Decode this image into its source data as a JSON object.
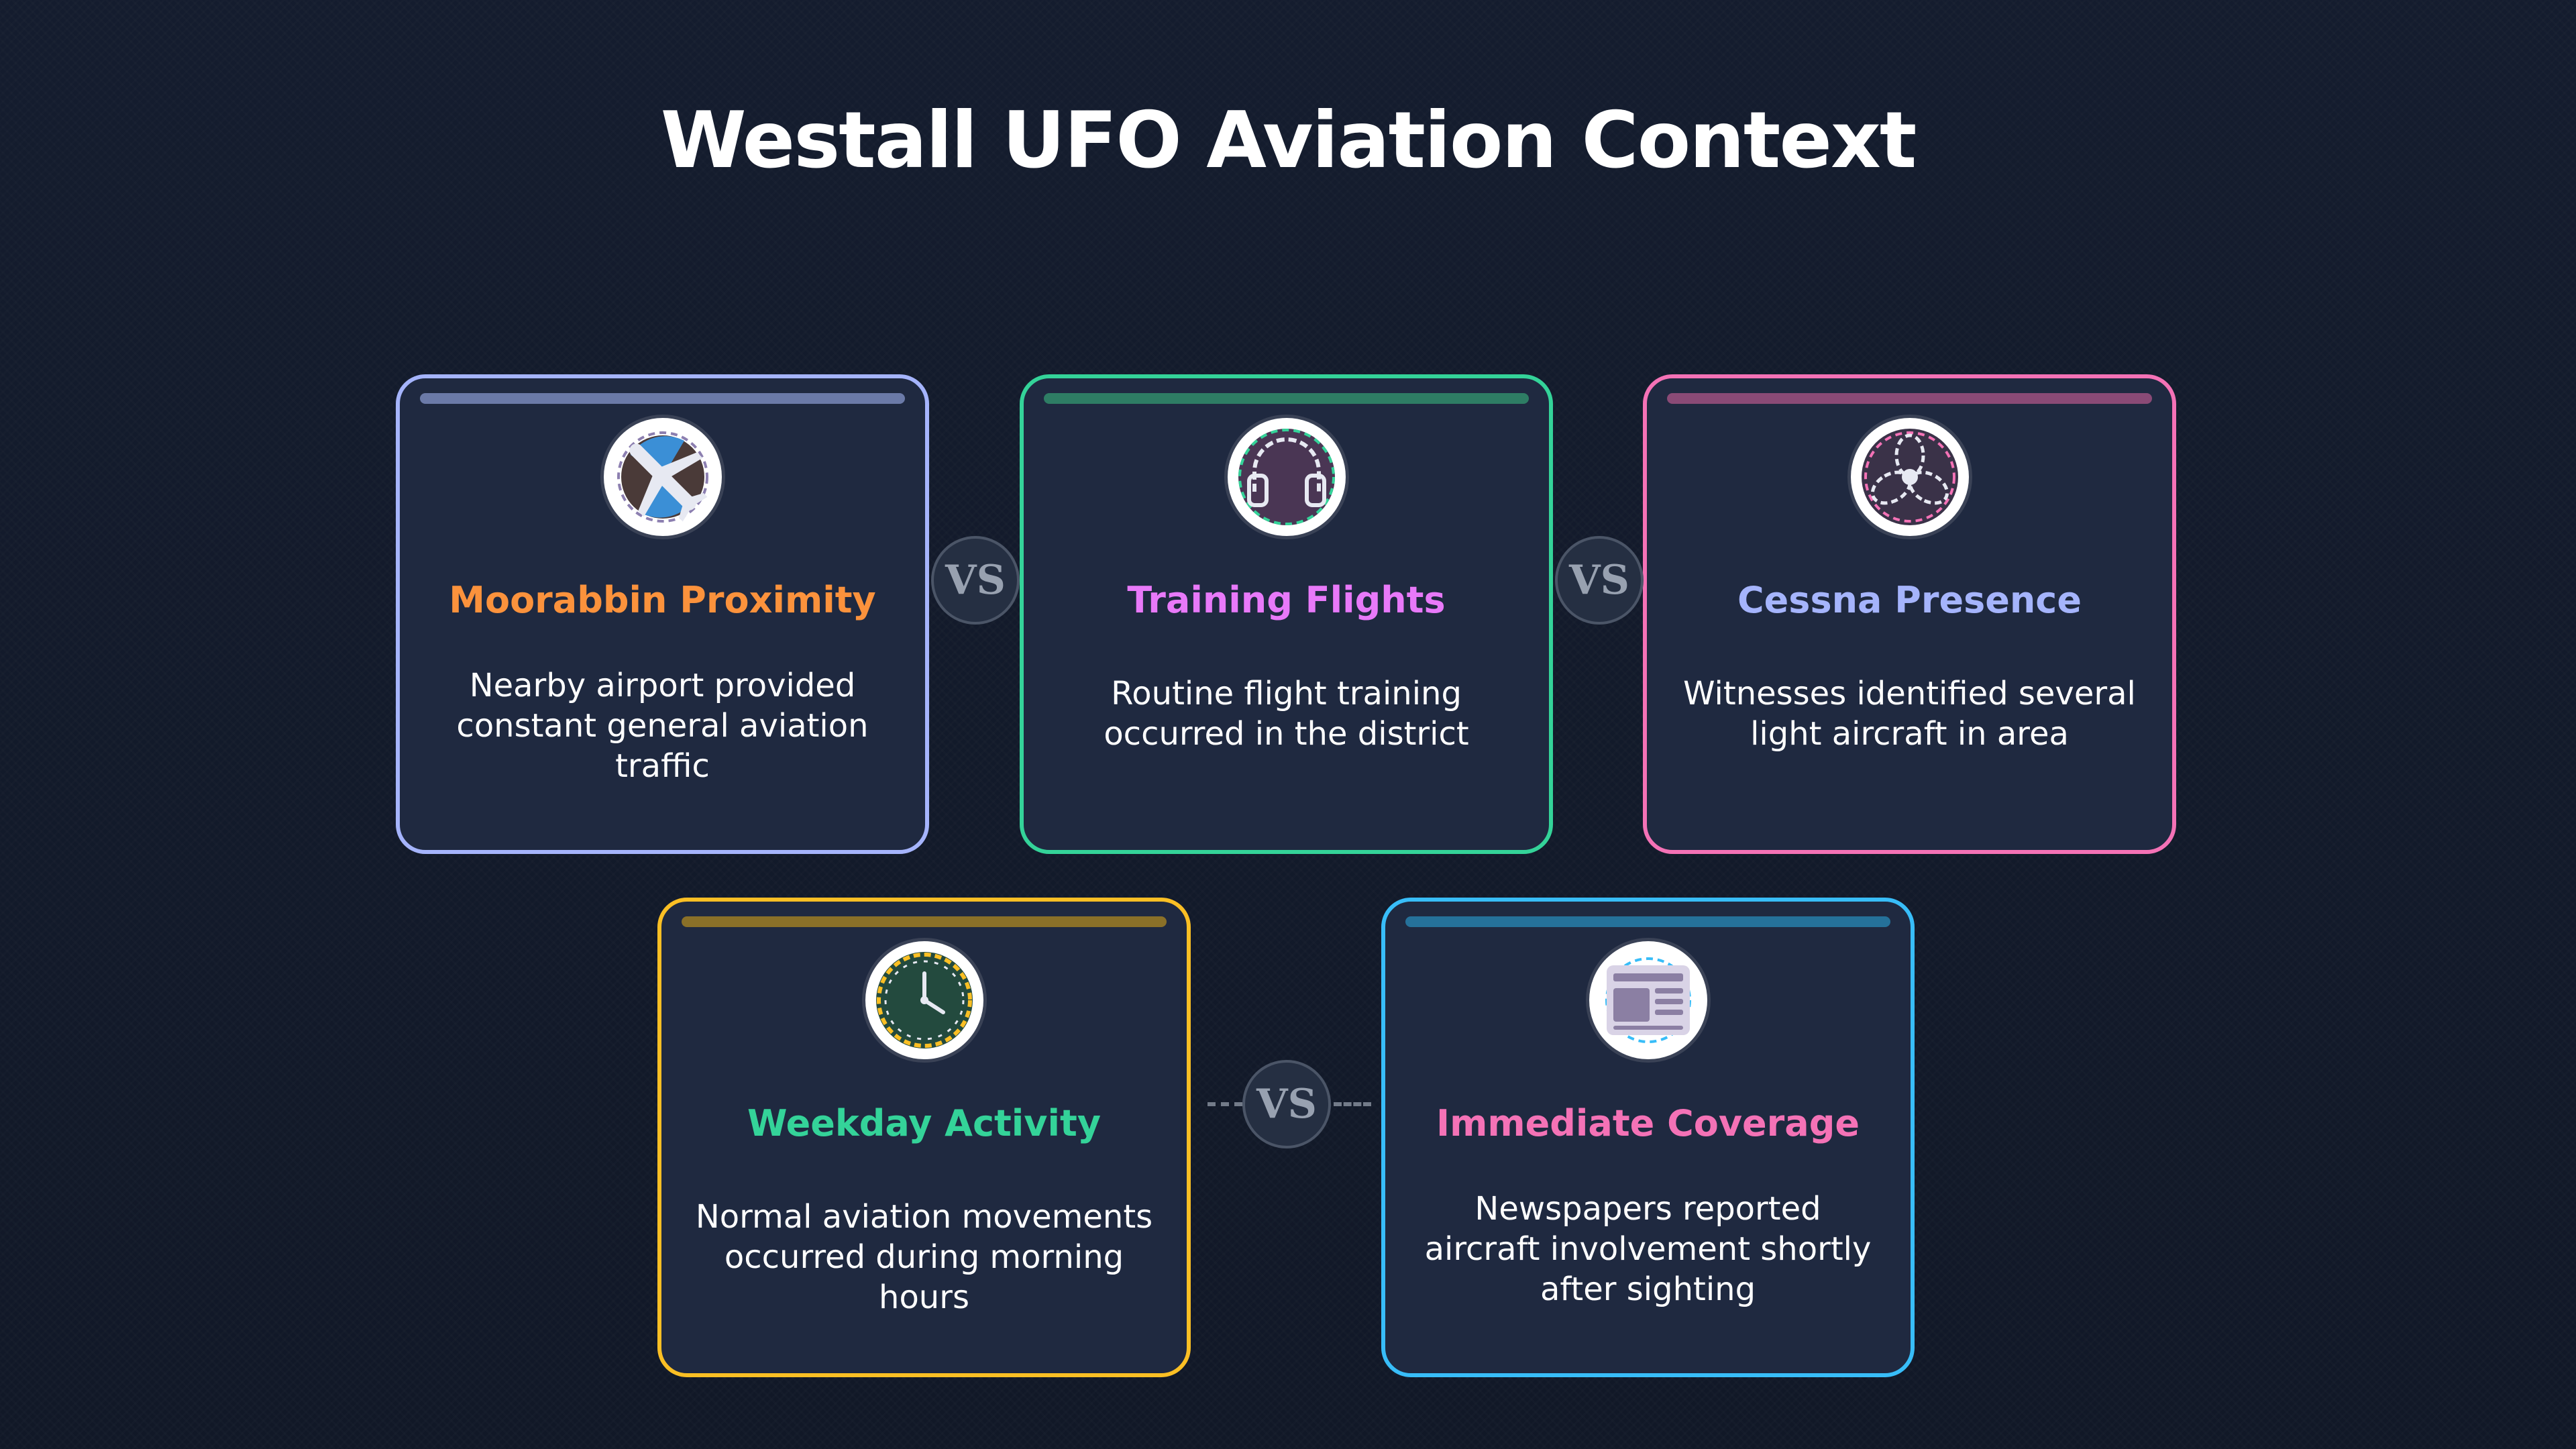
{
  "title": "Westall UFO Aviation Context",
  "colors": {
    "background": "#121a2b",
    "card_fill": "#1f2940",
    "vs_text": "#98a1b0"
  },
  "cards": [
    {
      "heading": "Moorabbin Proximity",
      "description": "Nearby airport provided constant general aviation traffic",
      "icon": "airplane-icon",
      "border_color": "#a5b4fc",
      "bar_color": "#6b7aa8",
      "heading_color": "#fb923c"
    },
    {
      "heading": "Training Flights",
      "description": "Routine flight training occurred in the district",
      "icon": "headset-icon",
      "border_color": "#34d399",
      "bar_color": "#2e7d64",
      "heading_color": "#e879f9"
    },
    {
      "heading": "Cessna Presence",
      "description": "Witnesses identified several light aircraft in area",
      "icon": "propeller-icon",
      "border_color": "#f472b6",
      "bar_color": "#8a4a76",
      "heading_color": "#a5b4fc"
    },
    {
      "heading": "Weekday Activity",
      "description": "Normal aviation movements occurred during morning hours",
      "icon": "clock-icon",
      "border_color": "#fbbf24",
      "bar_color": "#8a7028",
      "heading_color": "#34d399"
    },
    {
      "heading": "Immediate Coverage",
      "description": "Newspapers reported aircraft involvement shortly after sighting",
      "icon": "newspaper-icon",
      "border_color": "#38bdf8",
      "bar_color": "#25719a",
      "heading_color": "#f472b6"
    }
  ],
  "connectors": [
    {
      "label": "VS"
    },
    {
      "label": "VS"
    },
    {
      "label": "VS"
    }
  ]
}
